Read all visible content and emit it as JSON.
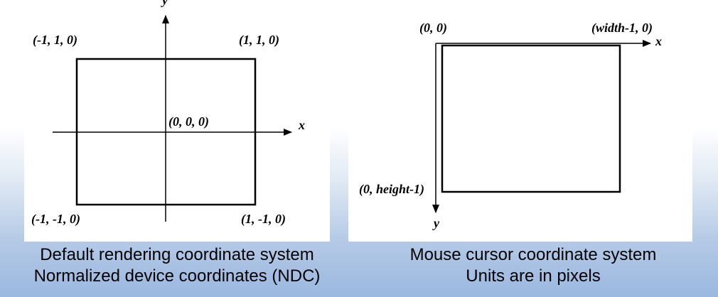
{
  "ndc": {
    "axis_x": "x",
    "axis_y": "y",
    "corner_top_left": "(-1, 1, 0)",
    "corner_top_right": "(1, 1, 0)",
    "origin": "(0, 0, 0)",
    "corner_bottom_left": "(-1, -1, 0)",
    "corner_bottom_right": "(1, -1, 0)",
    "caption_line1": "Default rendering coordinate system",
    "caption_line2": "Normalized device coordinates (NDC)"
  },
  "mouse": {
    "axis_x": "x",
    "axis_y": "y",
    "origin": "(0, 0)",
    "corner_top_right": "(width-1, 0)",
    "corner_bottom_left": "(0, height-1)",
    "caption_line1": "Mouse cursor coordinate system",
    "caption_line2": "Units are in pixels"
  }
}
